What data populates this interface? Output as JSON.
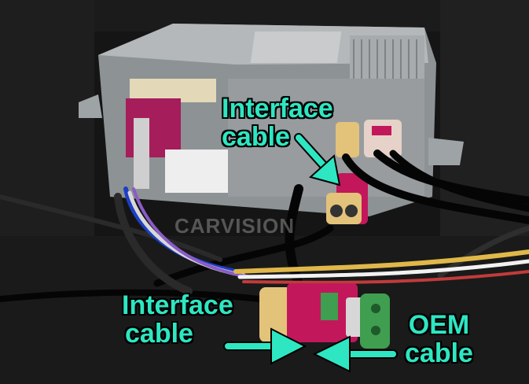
{
  "labels": {
    "interface_top_line1": "Interface",
    "interface_top_line2": "cable",
    "interface_bottom_line1": "Interface",
    "interface_bottom_line2": "cable",
    "oem_line1": "OEM",
    "oem_line2": "cable"
  },
  "watermark": "CARVISION",
  "colors": {
    "label_text": "#2ee6c2",
    "arrow": "#2ee6c2",
    "connector_yellow": "#e3c27a",
    "connector_magenta": "#c2185b",
    "connector_green": "#3f9e4f",
    "housing": "#9ea3a6"
  }
}
